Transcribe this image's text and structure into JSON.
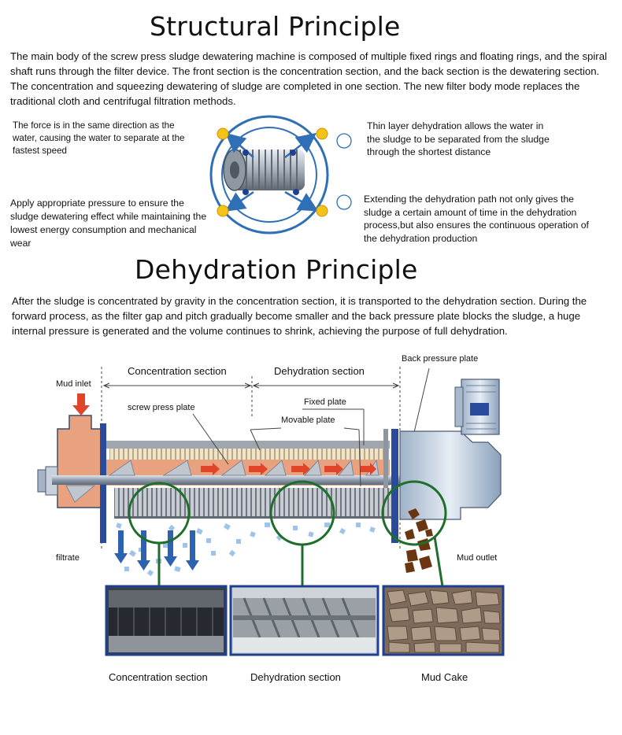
{
  "structural": {
    "title": "Structural Principle",
    "body": "The main body of the screw press sludge dewatering machine is composed of multiple fixed rings and floating rings, and the spiral shaft runs through the filter device. The front section is the concentration section, and the back section is the dewatering section. The concentration and squeezing dewatering of sludge are completed in one section. The new filter body mode replaces the traditional cloth and centrifugal filtration methods.",
    "notes": {
      "top_left": "The force is in the same direction as the water, causing the water to separate at the fastest speed",
      "bottom_left": "Apply appropriate pressure to ensure the sludge dewatering effect while maintaining the lowest energy consumption and mechanical wear",
      "top_right": "Thin layer dehydration allows the water in the sludge to be separated from the sludge through the shortest distance",
      "bottom_right": "Extending the dehydration path not only gives the sludge a certain amount of time in the dehydration process,but also ensures the continuous operation of the dehydration production"
    }
  },
  "dehydration": {
    "title": "Dehydration Principle",
    "body": "After the sludge is concentrated by gravity in the concentration section, it is transported to the dehydration section.  During the forward process, as the filter gap and pitch gradually become smaller and the back pressure plate blocks the sludge, a huge internal pressure is generated and the volume continues to shrink, achieving the purpose of full dehydration."
  },
  "machine": {
    "labels": {
      "concentration_section": "Concentration section",
      "dehydration_section": "Dehydration section",
      "back_pressure_plate": "Back pressure plate",
      "mud_inlet": "Mud inlet",
      "screw_press_plate": "screw press plate",
      "fixed_plate": "Fixed plate",
      "movable_plate": "Movable plate",
      "filtrate": "filtrate",
      "mud_outlet": "Mud outlet"
    },
    "captions": [
      "Concentration section",
      "Dehydration section",
      "Mud Cake"
    ]
  },
  "colors": {
    "ring_blue": "#2f6fb5",
    "node_yellow": "#f5c21a",
    "sludge_orange": "#e8a27f",
    "flow_arrow_red": "#e0452a",
    "filtrate_blue": "#2b63b0",
    "zoom_circle_green": "#1f6e2b",
    "cake_brown": "#6a3612"
  }
}
